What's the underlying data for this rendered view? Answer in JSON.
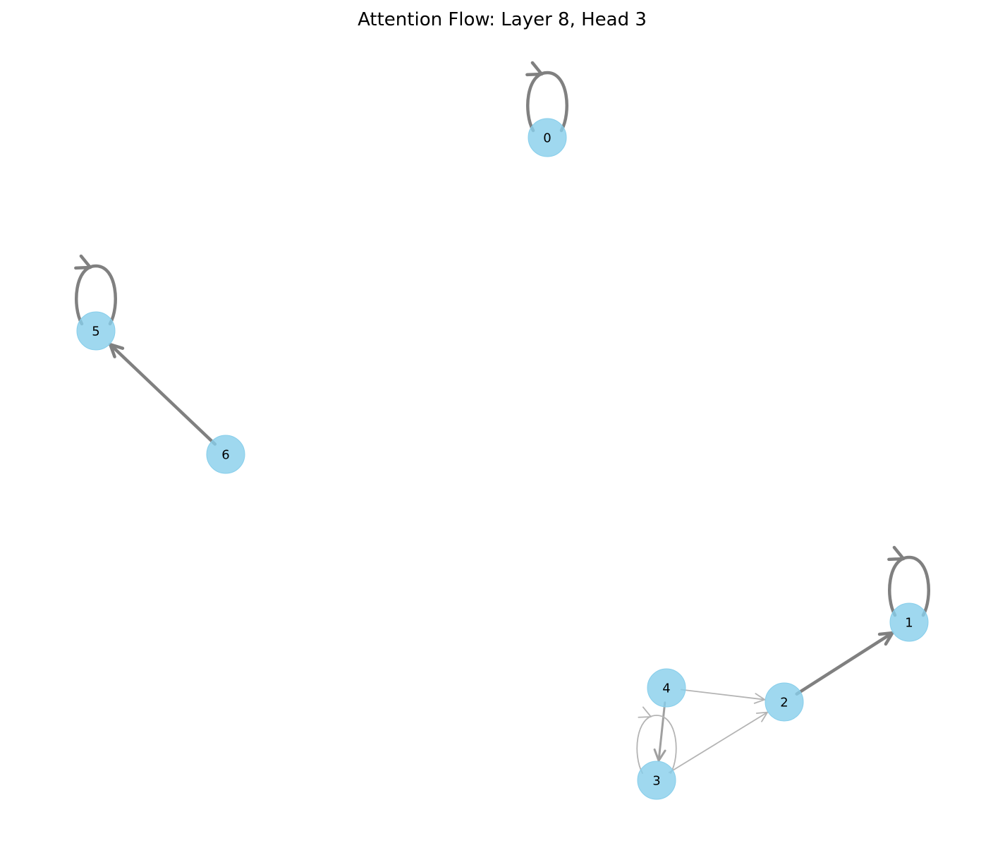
{
  "title": "Attention Flow: Layer 8, Head 3",
  "colors": {
    "node_fill": "#87ceeb",
    "edge_strong": "#808080",
    "edge_weak": "#b4b4b4"
  },
  "nodes": [
    {
      "id": "0",
      "label": "0"
    },
    {
      "id": "1",
      "label": "1"
    },
    {
      "id": "2",
      "label": "2"
    },
    {
      "id": "3",
      "label": "3"
    },
    {
      "id": "4",
      "label": "4"
    },
    {
      "id": "5",
      "label": "5"
    },
    {
      "id": "6",
      "label": "6"
    }
  ],
  "edges": [
    {
      "source": "0",
      "target": "0",
      "strength": "strong"
    },
    {
      "source": "5",
      "target": "5",
      "strength": "strong"
    },
    {
      "source": "6",
      "target": "5",
      "strength": "strong"
    },
    {
      "source": "1",
      "target": "1",
      "strength": "strong"
    },
    {
      "source": "2",
      "target": "1",
      "strength": "strong"
    },
    {
      "source": "4",
      "target": "2",
      "strength": "weak"
    },
    {
      "source": "3",
      "target": "2",
      "strength": "weak"
    },
    {
      "source": "4",
      "target": "3",
      "strength": "medium"
    },
    {
      "source": "3",
      "target": "3",
      "strength": "weak"
    }
  ]
}
